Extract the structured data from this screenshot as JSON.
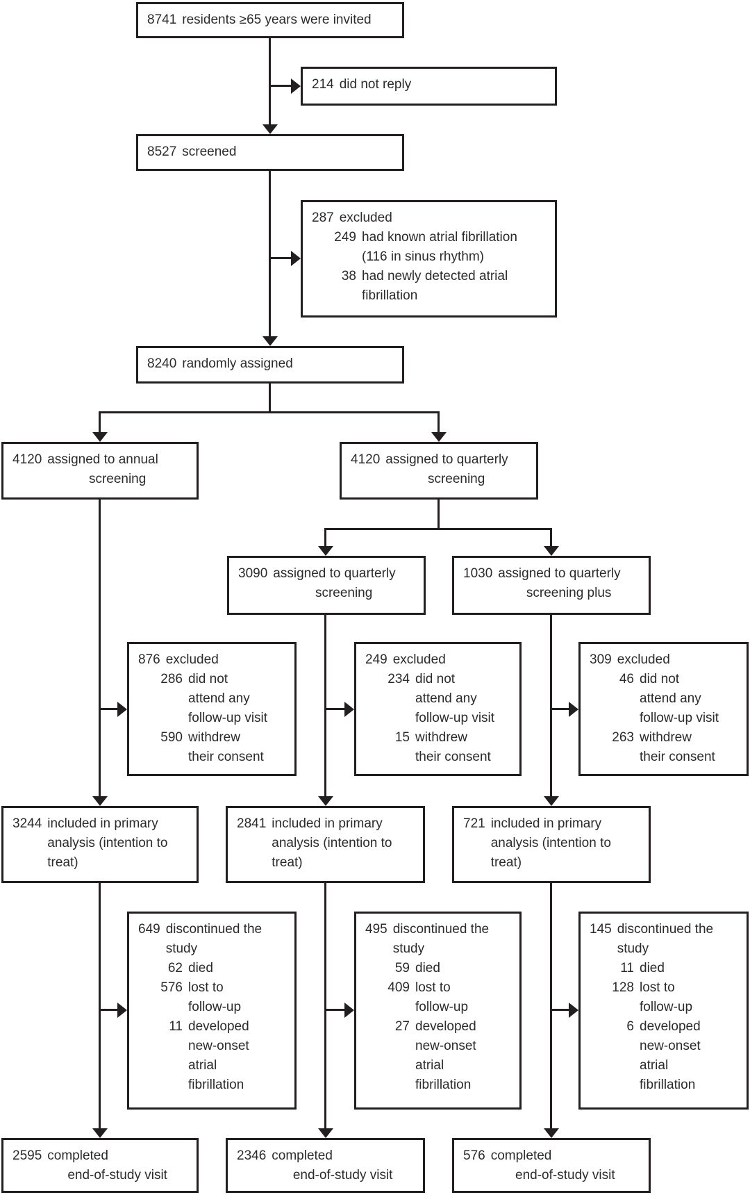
{
  "colors": {
    "line": "#231f20",
    "text": "#2d2a2b",
    "background": "#ffffff"
  },
  "diagram": {
    "boxes": {
      "invited": {
        "rows": [
          {
            "n": "8741",
            "lines": [
              "residents ≥65 years were invited"
            ]
          }
        ]
      },
      "not_replied": {
        "rows": [
          {
            "n": "214",
            "lines": [
              "did not reply"
            ]
          }
        ]
      },
      "screened": {
        "rows": [
          {
            "n": "8527",
            "lines": [
              "screened"
            ]
          }
        ]
      },
      "excluded_screened": {
        "rows": [
          {
            "n": "287",
            "lines": [
              "excluded"
            ]
          },
          {
            "n": "249",
            "sub": true,
            "lines": [
              "had known atrial fibrillation",
              "(116 in sinus rhythm)"
            ]
          },
          {
            "n": "38",
            "sub": true,
            "lines": [
              "had newly detected atrial",
              "fibrillation"
            ]
          }
        ]
      },
      "randomly_assigned": {
        "rows": [
          {
            "n": "8240",
            "lines": [
              "randomly assigned"
            ]
          }
        ]
      },
      "annual": {
        "rows": [
          {
            "n": "4120",
            "c": true,
            "lines": [
              "assigned to annual",
              "screening"
            ]
          }
        ]
      },
      "quarterly": {
        "rows": [
          {
            "n": "4120",
            "c": true,
            "lines": [
              "assigned to quarterly",
              "screening"
            ]
          }
        ]
      },
      "quarterly_sub": {
        "rows": [
          {
            "n": "3090",
            "c": true,
            "lines": [
              "assigned to quarterly",
              "screening"
            ]
          }
        ]
      },
      "quarterly_plus": {
        "rows": [
          {
            "n": "1030",
            "c": true,
            "lines": [
              "assigned to quarterly",
              "screening plus"
            ]
          }
        ]
      },
      "excluded_annual": {
        "rows": [
          {
            "n": "876",
            "lines": [
              "excluded"
            ]
          },
          {
            "n": "286",
            "sub": true,
            "lines": [
              "did not",
              "attend any",
              "follow-up visit"
            ]
          },
          {
            "n": "590",
            "sub": true,
            "lines": [
              "withdrew",
              "their consent"
            ]
          }
        ]
      },
      "excluded_quarterly": {
        "rows": [
          {
            "n": "249",
            "lines": [
              "excluded"
            ]
          },
          {
            "n": "234",
            "sub": true,
            "lines": [
              "did not",
              "attend any",
              "follow-up visit"
            ]
          },
          {
            "n": "15",
            "sub": true,
            "lines": [
              "withdrew",
              "their consent"
            ]
          }
        ]
      },
      "excluded_quarterly_plus": {
        "rows": [
          {
            "n": "309",
            "lines": [
              "excluded"
            ]
          },
          {
            "n": "46",
            "sub": true,
            "lines": [
              "did not",
              "attend any",
              "follow-up visit"
            ]
          },
          {
            "n": "263",
            "sub": true,
            "lines": [
              "withdrew",
              "their consent"
            ]
          }
        ]
      },
      "primary_annual": {
        "rows": [
          {
            "n": "3244",
            "lines": [
              "included in primary",
              "analysis (intention to",
              "treat)"
            ]
          }
        ]
      },
      "primary_quarterly": {
        "rows": [
          {
            "n": "2841",
            "lines": [
              "included in primary",
              "analysis (intention to",
              "treat)"
            ]
          }
        ]
      },
      "primary_quarterly_plus": {
        "rows": [
          {
            "n": "721",
            "lines": [
              "included in primary",
              "analysis (intention to",
              "treat)"
            ]
          }
        ]
      },
      "discontinued_annual": {
        "rows": [
          {
            "n": "649",
            "lines": [
              "discontinued the",
              "study"
            ]
          },
          {
            "n": "62",
            "sub": true,
            "lines": [
              "died"
            ]
          },
          {
            "n": "576",
            "sub": true,
            "lines": [
              "lost to",
              "follow-up"
            ]
          },
          {
            "n": "11",
            "sub": true,
            "lines": [
              "developed",
              "new-onset",
              "atrial",
              "fibrillation"
            ]
          }
        ]
      },
      "discontinued_quarterly": {
        "rows": [
          {
            "n": "495",
            "lines": [
              "discontinued the",
              "study"
            ]
          },
          {
            "n": "59",
            "sub": true,
            "lines": [
              "died"
            ]
          },
          {
            "n": "409",
            "sub": true,
            "lines": [
              "lost to",
              "follow-up"
            ]
          },
          {
            "n": "27",
            "sub": true,
            "lines": [
              "developed",
              "new-onset",
              "atrial",
              "fibrillation"
            ]
          }
        ]
      },
      "discontinued_quarterly_plus": {
        "rows": [
          {
            "n": "145",
            "lines": [
              "discontinued the",
              "study"
            ]
          },
          {
            "n": "11",
            "sub": true,
            "lines": [
              "died"
            ]
          },
          {
            "n": "128",
            "sub": true,
            "lines": [
              "lost to",
              "follow-up"
            ]
          },
          {
            "n": "6",
            "sub": true,
            "lines": [
              "developed",
              "new-onset",
              "atrial",
              "fibrillation"
            ]
          }
        ]
      },
      "completed_annual": {
        "rows": [
          {
            "n": "2595",
            "c": true,
            "lines": [
              "completed",
              "end-of-study visit"
            ]
          }
        ]
      },
      "completed_quarterly": {
        "rows": [
          {
            "n": "2346",
            "c": true,
            "lines": [
              "completed",
              "end-of-study visit"
            ]
          }
        ]
      },
      "completed_quarterly_plus": {
        "rows": [
          {
            "n": "576",
            "c": true,
            "lines": [
              "completed",
              "end-of-study visit"
            ]
          }
        ]
      }
    }
  }
}
